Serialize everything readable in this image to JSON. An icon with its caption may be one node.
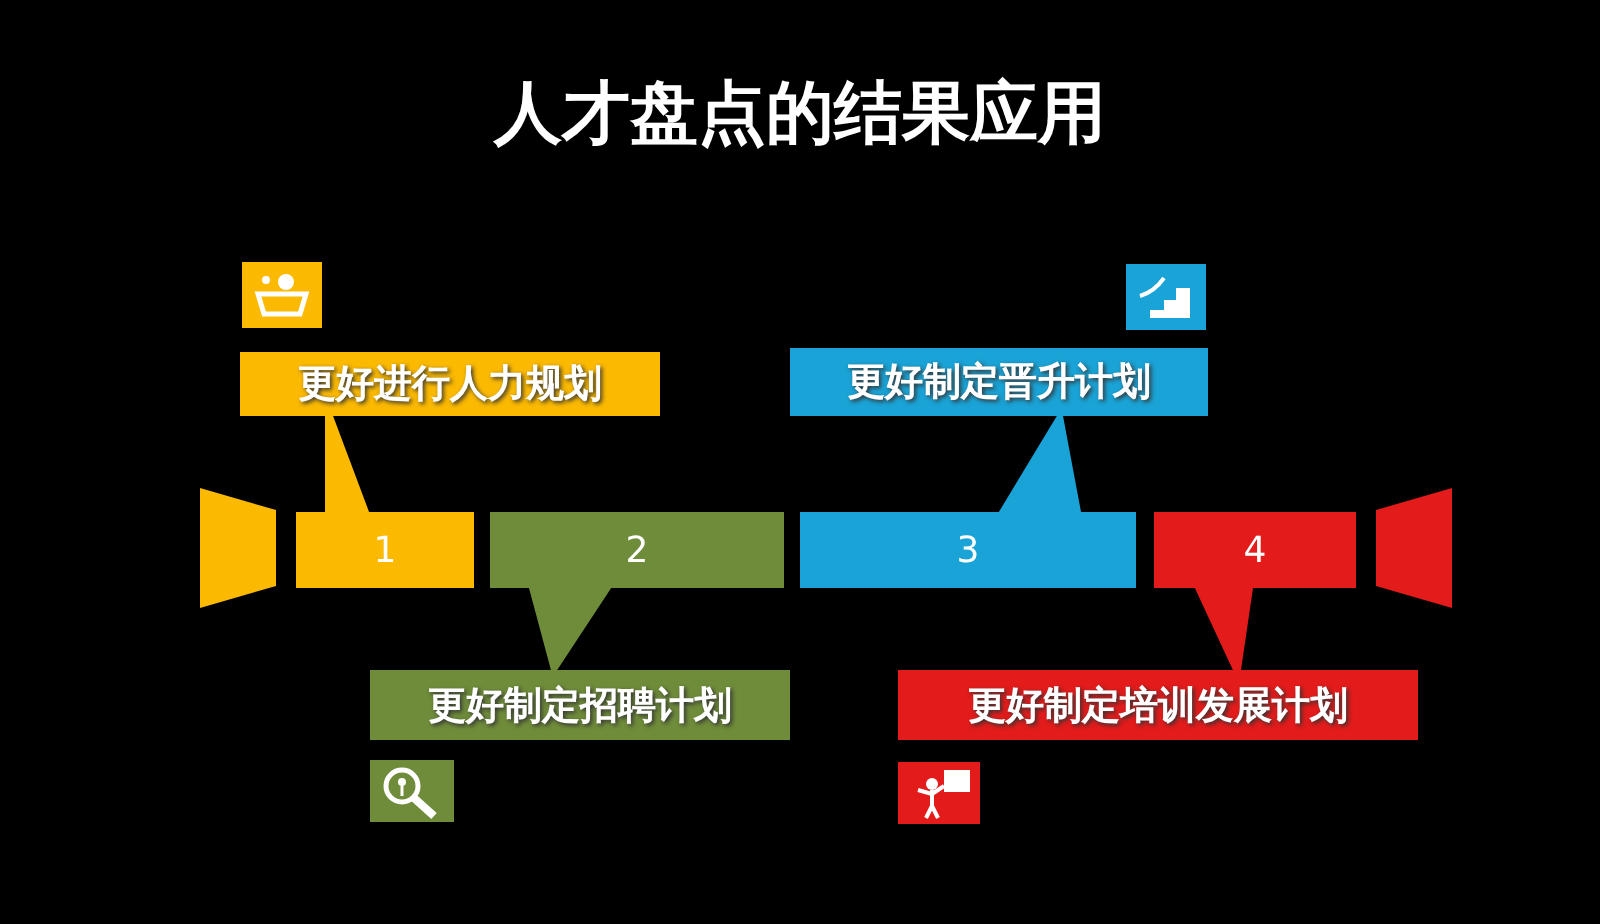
{
  "diagram": {
    "title": "人才盘点的结果应用",
    "nodes": [
      {
        "text": [
          "更好进行人力规划"
        ]
      },
      {
        "text": [
          "更好制定晋升计划"
        ]
      },
      {
        "text": [],
        "shape": "trapezoid"
      },
      {
        "text": [
          "1"
        ]
      },
      {
        "text": [
          "2"
        ]
      },
      {
        "text": [
          "3"
        ]
      },
      {
        "text": [
          "4"
        ]
      },
      {
        "text": [],
        "shape": "trapezoid"
      },
      {
        "text": [
          "更好制定招聘计划"
        ]
      },
      {
        "text": [
          "更好制定培训发展计划"
        ]
      }
    ],
    "edges": [
      {
        "from": 3,
        "to": 0,
        "arrow": "none",
        "color": "#fbb900"
      },
      {
        "from": 4,
        "to": 8,
        "arrow": "none",
        "color": "#6f8c3a"
      },
      {
        "from": 5,
        "to": 1,
        "arrow": "none",
        "color": "#1aa3d6"
      },
      {
        "from": 6,
        "to": 9,
        "arrow": "none",
        "color": "#e31b1b"
      }
    ]
  }
}
